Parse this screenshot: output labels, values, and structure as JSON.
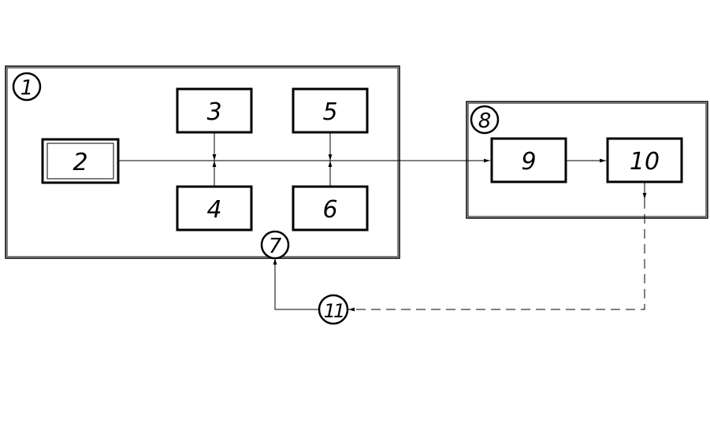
{
  "diagram": {
    "containers": [
      {
        "id": "block-1",
        "label": "1"
      },
      {
        "id": "block-8",
        "label": "8"
      }
    ],
    "nodes": [
      {
        "id": "2",
        "label": "2"
      },
      {
        "id": "3",
        "label": "3"
      },
      {
        "id": "4",
        "label": "4"
      },
      {
        "id": "5",
        "label": "5"
      },
      {
        "id": "6",
        "label": "6"
      },
      {
        "id": "9",
        "label": "9"
      },
      {
        "id": "10",
        "label": "10"
      }
    ],
    "circles": [
      {
        "id": "7",
        "label": "7"
      },
      {
        "id": "11",
        "label": "11"
      }
    ],
    "edges": [
      {
        "from": "2",
        "to": "9",
        "style": "solid"
      },
      {
        "from": "3",
        "to": "main-line",
        "style": "solid"
      },
      {
        "from": "4",
        "to": "main-line",
        "style": "solid"
      },
      {
        "from": "5",
        "to": "main-line",
        "style": "solid"
      },
      {
        "from": "6",
        "to": "main-line",
        "style": "solid"
      },
      {
        "from": "9",
        "to": "10",
        "style": "solid"
      },
      {
        "from": "10",
        "to": "11",
        "style": "dashed"
      },
      {
        "from": "11",
        "to": "7",
        "style": "solid"
      }
    ]
  }
}
